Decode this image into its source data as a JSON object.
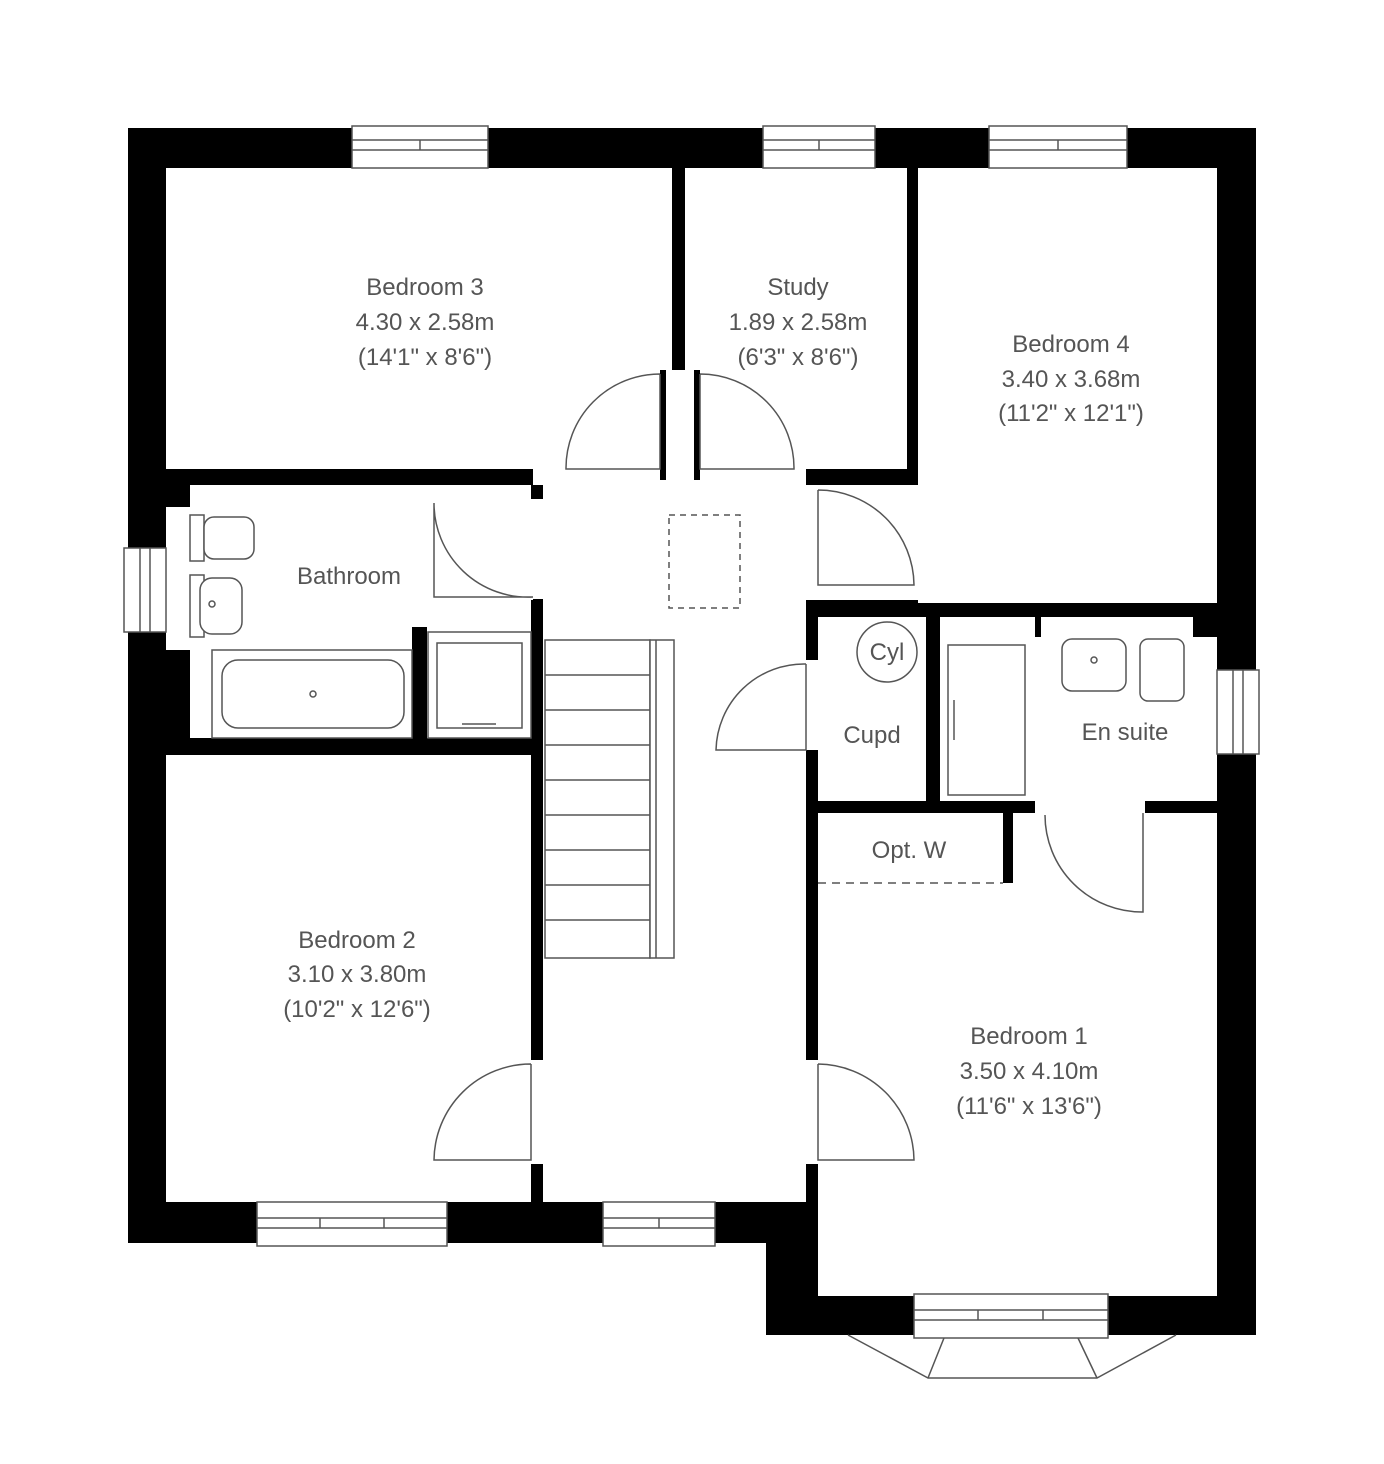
{
  "title": "First floor plan",
  "colors": {
    "wall": "#000000",
    "text": "#555555",
    "fixture": "#555555"
  },
  "rooms": {
    "bedroom3": {
      "name": "Bedroom 3",
      "metric": "4.30 x 2.58m",
      "imperial": "(14'1\" x 8'6\")"
    },
    "study": {
      "name": "Study",
      "metric": "1.89 x 2.58m",
      "imperial": "(6'3\" x 8'6\")"
    },
    "bedroom4": {
      "name": "Bedroom 4",
      "metric": "3.40 x 3.68m",
      "imperial": "(11'2\" x 12'1\")"
    },
    "bathroom": {
      "name": "Bathroom"
    },
    "cylinder": {
      "name": "Cyl"
    },
    "cupboard": {
      "name": "Cupd"
    },
    "ensuite": {
      "name": "En suite"
    },
    "wardrobe": {
      "name": "Opt. W"
    },
    "bedroom2": {
      "name": "Bedroom 2",
      "metric": "3.10 x 3.80m",
      "imperial": "(10'2\" x 12'6\")"
    },
    "bedroom1": {
      "name": "Bedroom 1",
      "metric": "3.50 x 4.10m",
      "imperial": "(11'6\" x 13'6\")"
    }
  }
}
